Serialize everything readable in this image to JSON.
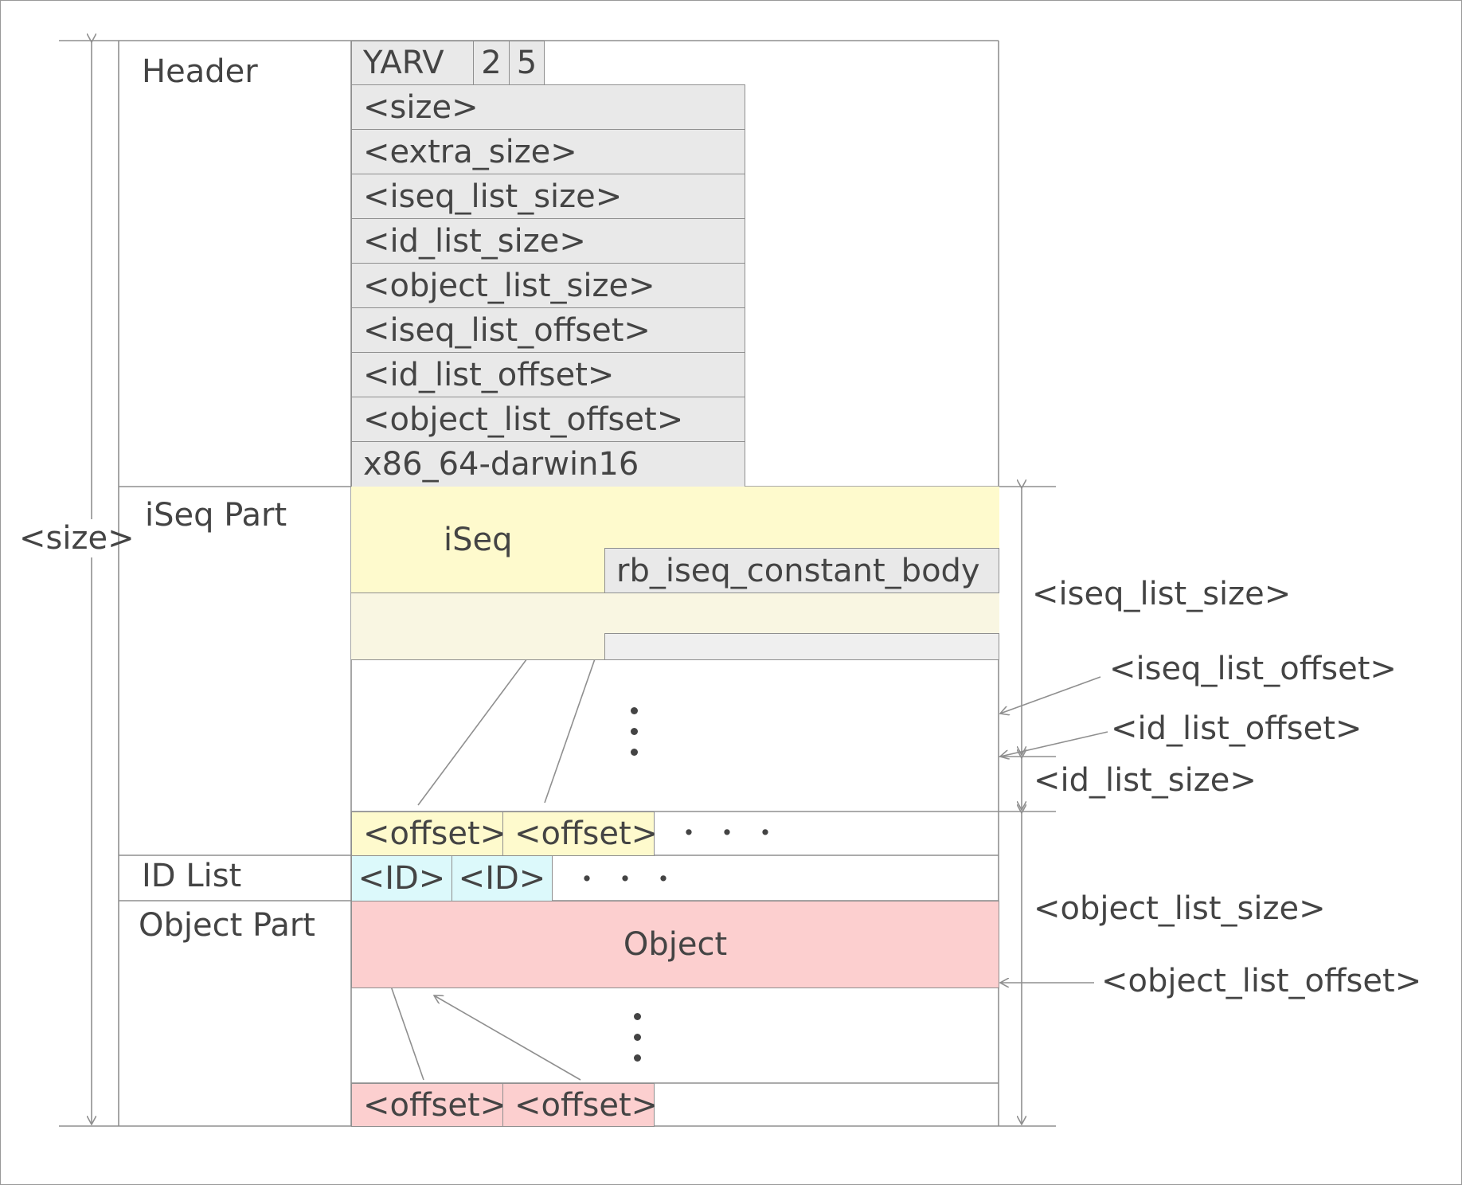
{
  "sections": {
    "header": "Header",
    "iseq_part": "iSeq Part",
    "id_list": "ID List",
    "object_part": "Object Part"
  },
  "header_fields": {
    "magic": "YARV",
    "major_version": "2",
    "minor_version": "5",
    "rows": [
      "<size>",
      "<extra_size>",
      "<iseq_list_size>",
      "<id_list_size>",
      "<object_list_size>",
      "<iseq_list_offset>",
      "<id_list_offset>",
      "<object_list_offset>",
      "x86_64-darwin16"
    ]
  },
  "iseq_part": {
    "iseq_label": "iSeq",
    "constant_body_label": "rb_iseq_constant_body",
    "offsets": [
      "<offset>",
      "<offset>"
    ],
    "offsets_continuation": "・・・"
  },
  "id_list": {
    "entries": [
      "<ID>",
      "<ID>"
    ],
    "continuation": "・・・"
  },
  "object_part": {
    "object_label": "Object",
    "offsets": [
      "<offset>",
      "<offset>"
    ]
  },
  "dimensions": {
    "total": "<size>",
    "iseq_list_size": "<iseq_list_size>",
    "iseq_list_offset": "<iseq_list_offset>",
    "id_list_offset": "<id_list_offset>",
    "id_list_size": "<id_list_size>",
    "object_list_size": "<object_list_size>",
    "object_list_offset": "<object_list_offset>"
  },
  "colors": {
    "line": "#8f8f8f",
    "text": "#444444",
    "header_cell": "#e9e9e9",
    "iseq": "#fefacd",
    "iseq_second": "#f9f6e2",
    "id_cell": "#dcf9fb",
    "object": "#fccfcf"
  }
}
